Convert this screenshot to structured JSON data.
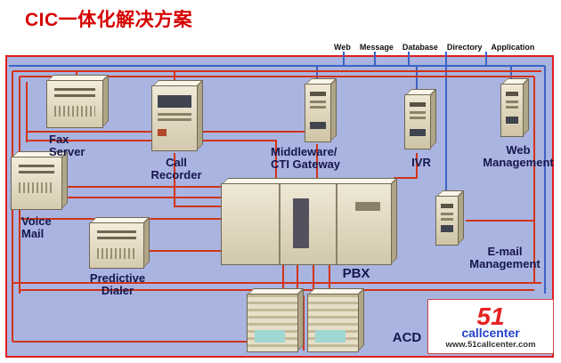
{
  "header": {
    "title": "CIC一体化解决方案"
  },
  "services": {
    "items": [
      "Web",
      "Message",
      "Database",
      "Directory",
      "Application"
    ]
  },
  "nodes": {
    "fax_server": {
      "label": "Fax\nServer"
    },
    "call_recorder": {
      "label": "Call\nRecorder"
    },
    "voice_mail": {
      "label": "Voice\nMail"
    },
    "predictive_dialer": {
      "label": "Predictive\nDialer"
    },
    "middleware_cti_gateway": {
      "label": "Middleware/\nCTI Gateway"
    },
    "ivr": {
      "label": "IVR"
    },
    "web_management": {
      "label": "Web\nManagement"
    },
    "email_management": {
      "label": "E-mail\nManagement"
    },
    "pbx": {
      "label": "PBX"
    },
    "acd": {
      "label": "ACD"
    }
  },
  "logo": {
    "number": "51",
    "name": "callcenter",
    "url": "www.51callcenter.com"
  },
  "colors": {
    "title": "#d60000",
    "panel-bg": "#a9b4e0",
    "panel-border": "#e02020",
    "wire-red": "#d23418",
    "wire-blue": "#3b63c4",
    "label": "#16164e"
  }
}
